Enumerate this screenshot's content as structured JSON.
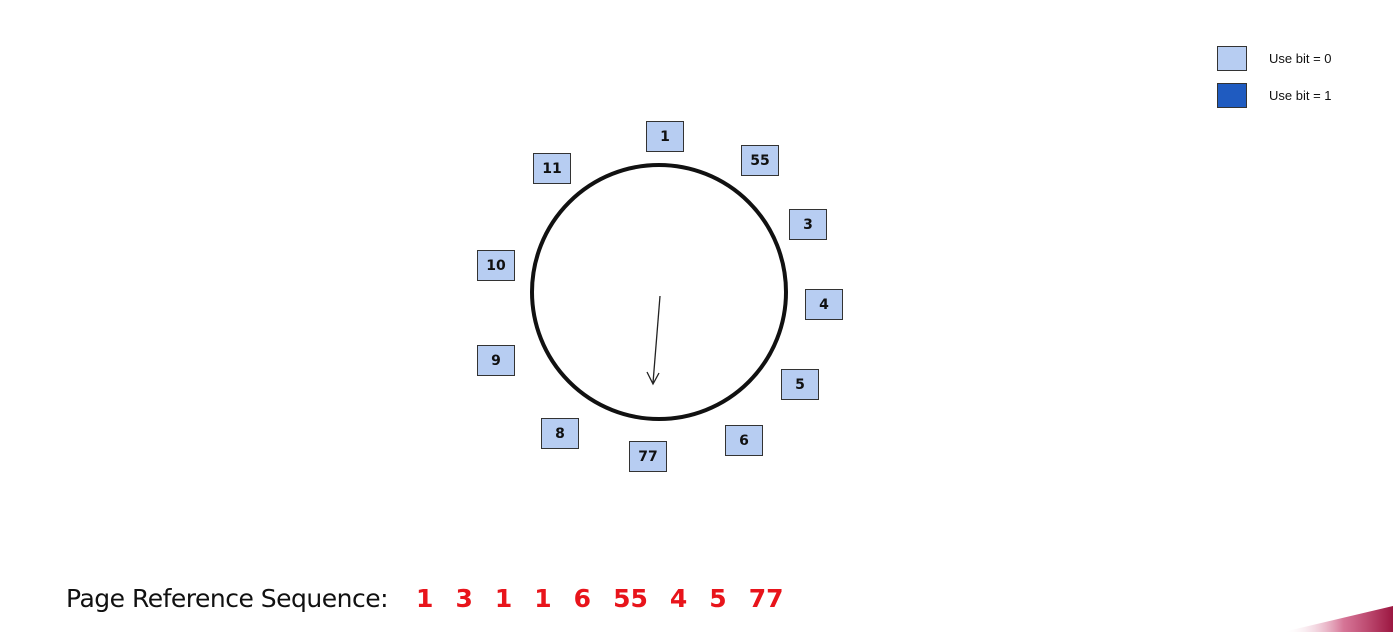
{
  "colors": {
    "use_bit_0": "#b7cdf2",
    "use_bit_1": "#1f5bc0",
    "sequence_text": "#e8141b",
    "circle_stroke": "#111111",
    "corner_accent": "#b01a4d"
  },
  "legend": [
    {
      "label": "Use bit = 0",
      "color_key": "use_bit_0"
    },
    {
      "label": "Use bit = 1",
      "color_key": "use_bit_1"
    }
  ],
  "clock": {
    "frames": [
      {
        "value": "1",
        "use_bit": 0
      },
      {
        "value": "55",
        "use_bit": 0
      },
      {
        "value": "3",
        "use_bit": 0
      },
      {
        "value": "4",
        "use_bit": 0
      },
      {
        "value": "5",
        "use_bit": 0
      },
      {
        "value": "6",
        "use_bit": 0
      },
      {
        "value": "77",
        "use_bit": 0
      },
      {
        "value": "8",
        "use_bit": 0
      },
      {
        "value": "9",
        "use_bit": 0
      },
      {
        "value": "10",
        "use_bit": 0
      },
      {
        "value": "11",
        "use_bit": 0
      }
    ],
    "pointer_target": "77"
  },
  "sequence": {
    "label": "Page Reference Sequence:",
    "items": [
      "1",
      "3",
      "1",
      "1",
      "6",
      "55",
      "4",
      "5",
      "77"
    ]
  }
}
